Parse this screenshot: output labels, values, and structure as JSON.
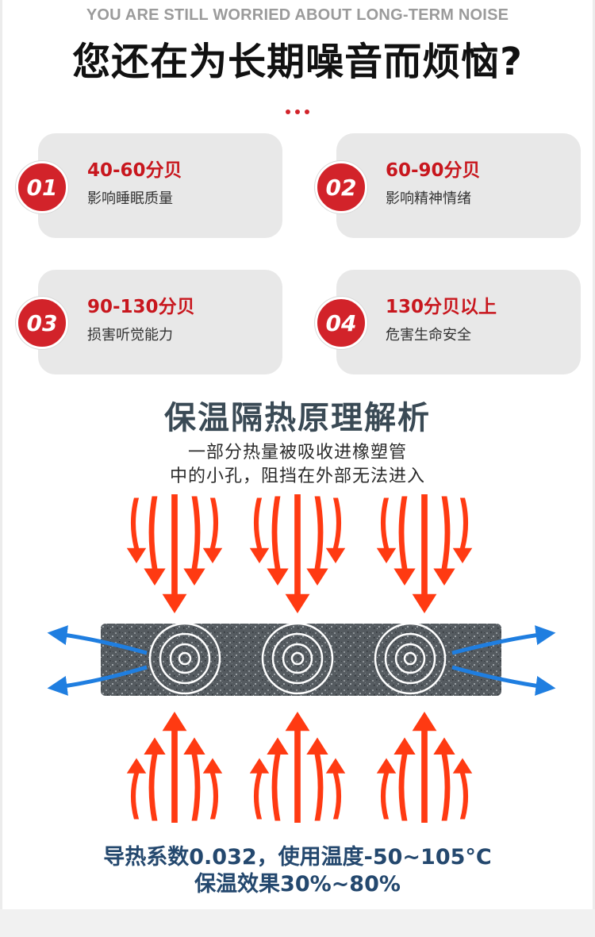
{
  "header": {
    "subtitle_en": "YOU ARE STILL WORRIED ABOUT LONG-TERM NOISE",
    "title": "您还在为长期噪音而烦恼?"
  },
  "noise_levels": [
    {
      "number": "01",
      "level": "40-60分贝",
      "effect": "影响睡眠质量"
    },
    {
      "number": "02",
      "level": "60-90分贝",
      "effect": "影响精神情绪"
    },
    {
      "number": "03",
      "level": "90-130分贝",
      "effect": "损害听觉能力"
    },
    {
      "number": "04",
      "level": "130分贝以上",
      "effect": "危害生命安全"
    }
  ],
  "principle": {
    "title": "保温隔热原理解析",
    "desc_line1": "一部分热量被吸收进橡塑管",
    "desc_line2": "中的小孔，阻挡在外部无法进入"
  },
  "footer": {
    "line1": "导热系数0.032，使用温度-50~105°C",
    "line2": "保温效果30%~80%"
  },
  "colors": {
    "accent_red": "#d2232a",
    "heat_arrow": "#ff3a12",
    "cool_arrow": "#1f7ee0",
    "navy_text": "#24486e"
  }
}
